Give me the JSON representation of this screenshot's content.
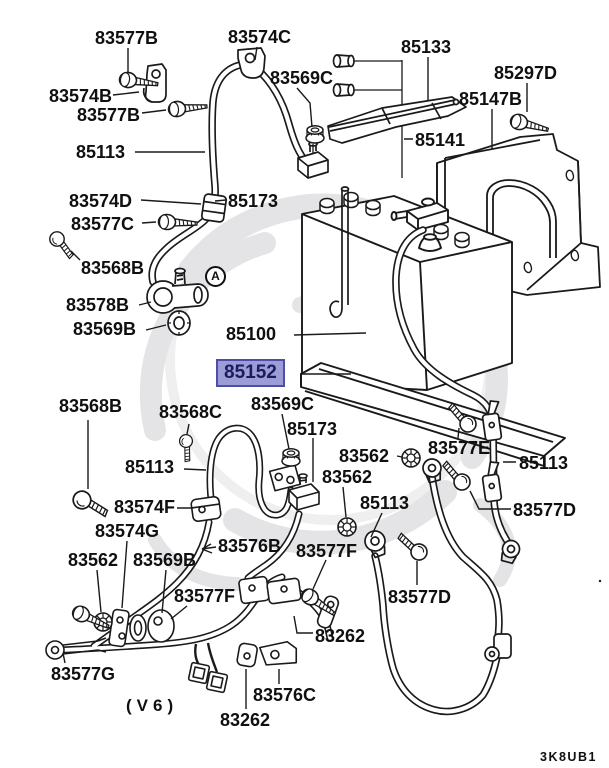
{
  "diagram_type": "parts-catalog-exploded-view",
  "selected_part": {
    "number": "85152",
    "background": "#9c9cd6",
    "border": "#4e4ea8",
    "text_color": "#1b1b5e"
  },
  "callout_a": "A",
  "labels": [
    "83577B",
    "83574C",
    "83569C",
    "85133",
    "85297D",
    "83574B",
    "85147B",
    "83577B",
    "85113",
    "85141",
    "83574D",
    "85173",
    "83577C",
    "83568B",
    "83578B",
    "83569B",
    "85100",
    "85152",
    "83568B",
    "83568C",
    "83569C",
    "85173",
    "83562",
    "83577E",
    "85113",
    "83562",
    "85113",
    "83574F",
    "85113",
    "83577D",
    "83574G",
    "83576B",
    "83562",
    "83569B",
    "83577F",
    "83577F",
    "83577D",
    "83262",
    "83577G",
    "83576C",
    "(V6)",
    "83262",
    "3K8UB1"
  ]
}
